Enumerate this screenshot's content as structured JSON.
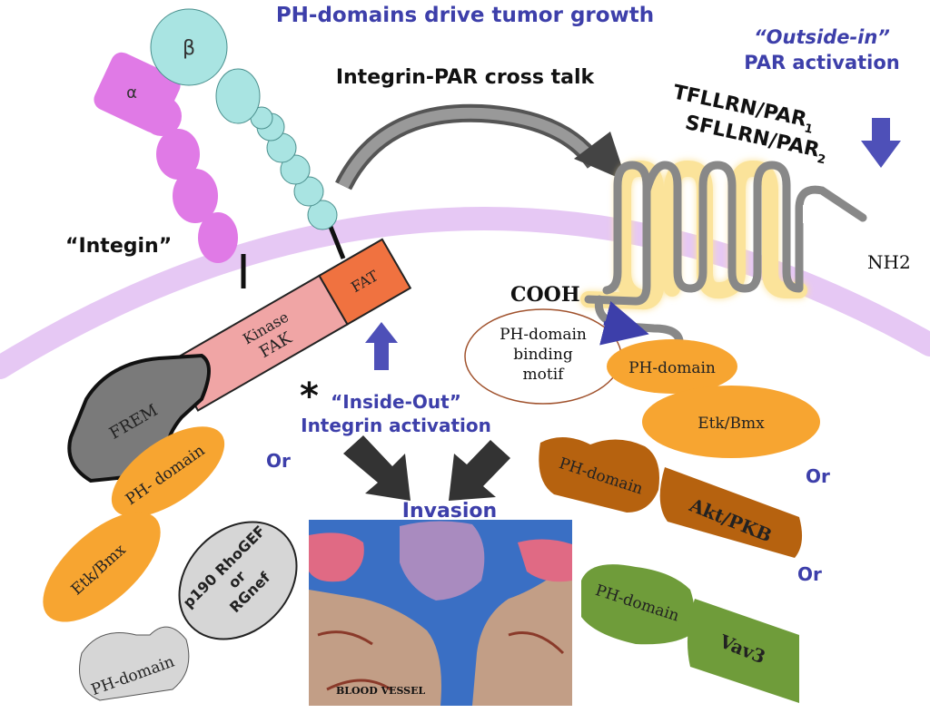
{
  "title": "PH-domains drive tumor growth",
  "crosstalk": "Integrin-PAR cross talk",
  "outside_in": {
    "line1": "“Outside-in”",
    "line2": "PAR activation"
  },
  "peptides": {
    "line1": "TFLLRN/PAR",
    "sub1": "1",
    "line2": "SFLLRN/PAR",
    "sub2": "2"
  },
  "integrin": {
    "label": "“Integin”",
    "alpha": "α",
    "beta": "β"
  },
  "fak": {
    "fat": "FAT",
    "kinase": "Kinase",
    "fak": "FAK"
  },
  "par": {
    "nh2": "NH2",
    "cooh": "COOH"
  },
  "binding_motif": {
    "line1": "PH-domain",
    "line2": "binding",
    "line3": "motif"
  },
  "left_stack": {
    "frem": "FREM",
    "ph": "PH- domain",
    "etk": "Etk/Bmx",
    "p190": {
      "line1": "p190 RhoGEF",
      "line2": "or",
      "line3": "RGnef"
    },
    "ph2": "PH-domain"
  },
  "right_stack": {
    "ph": "PH-domain",
    "etk": "Etk/Bmx",
    "akt_ph": "PH-domain",
    "akt": "Akt/PKB",
    "vav_ph": "PH-domain",
    "vav": "Vav3"
  },
  "or_labels": [
    "Or",
    "Or",
    "Or"
  ],
  "inside_out": {
    "asterisk": "*",
    "line1": "“Inside-Out”",
    "line2": "Integrin activation"
  },
  "invasion": "Invasion",
  "blood_vessel": "BLOOD VESSEL",
  "colors": {
    "accent_blue": "#3d3faa",
    "membrane": "#e6c8f4",
    "alpha_subunit": "#e07ae6",
    "beta_subunit": "#a9e4e2",
    "orange": "#f7a531",
    "brown": "#b6620f",
    "green": "#6f9c3a",
    "grey": "#d6d6d6",
    "frem": "#7a7a7a",
    "fak": "#f0a5a5",
    "fat": "#f07240"
  }
}
